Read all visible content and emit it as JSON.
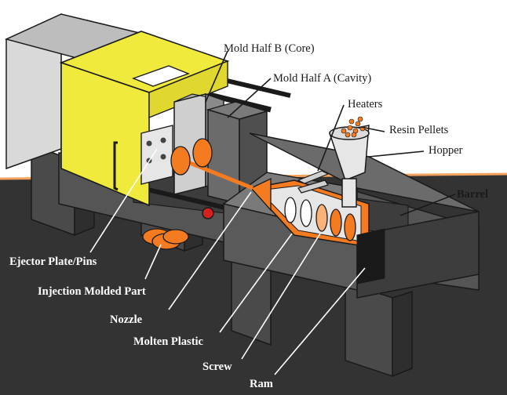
{
  "labels": {
    "mold_half_b": "Mold Half B (Core)",
    "mold_half_a": "Mold Half A (Cavity)",
    "heaters": "Heaters",
    "resin_pellets": "Resin Pellets",
    "hopper": "Hopper",
    "barrel": "Barrel",
    "ejector_plate": "Ejector Plate/Pins",
    "injection_molded_part": "Injection Molded Part",
    "nozzle": "Nozzle",
    "molten_plastic": "Molten Plastic",
    "screw": "Screw",
    "ram": "Ram"
  },
  "colors": {
    "background_floor": "#333333",
    "floor_edge": "#f5a25d",
    "machine_dark": "#4a4a4a",
    "machine_mid": "#6b6b6b",
    "machine_light": "#bdbdbd",
    "clamp_yellow": "#f0ea3c",
    "molten_orange": "#f47b20",
    "indicator_red": "#d62020"
  }
}
